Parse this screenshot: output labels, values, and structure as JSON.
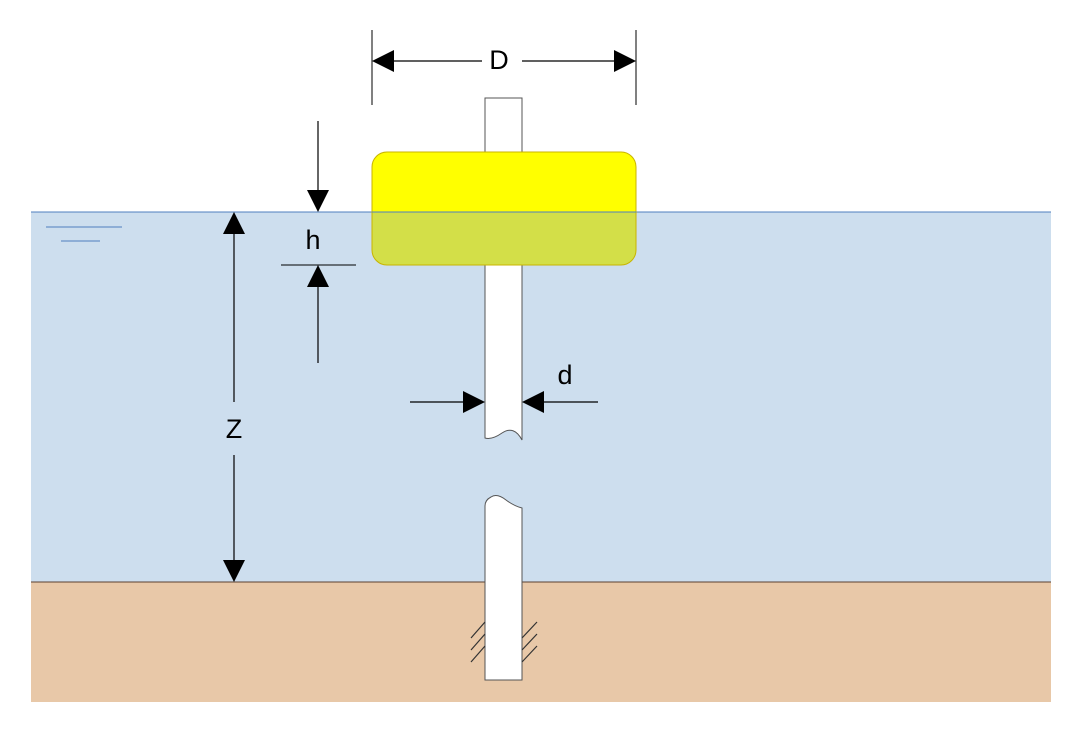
{
  "labels": {
    "outer_diameter": "D",
    "inner_diameter": "d",
    "draft": "h",
    "water_depth": "Z"
  },
  "colors": {
    "water": "#cddeee",
    "water_line": "#4f7fbf",
    "seabed": "#e8c8a8",
    "seabed_line": "#5a4030",
    "float": "#ffff00",
    "float_submerged": "#d3df48",
    "float_outline": "#c8b400",
    "pile_outline": "#555555",
    "pile_fill": "#ffffff",
    "dimension_line": "#000000"
  }
}
